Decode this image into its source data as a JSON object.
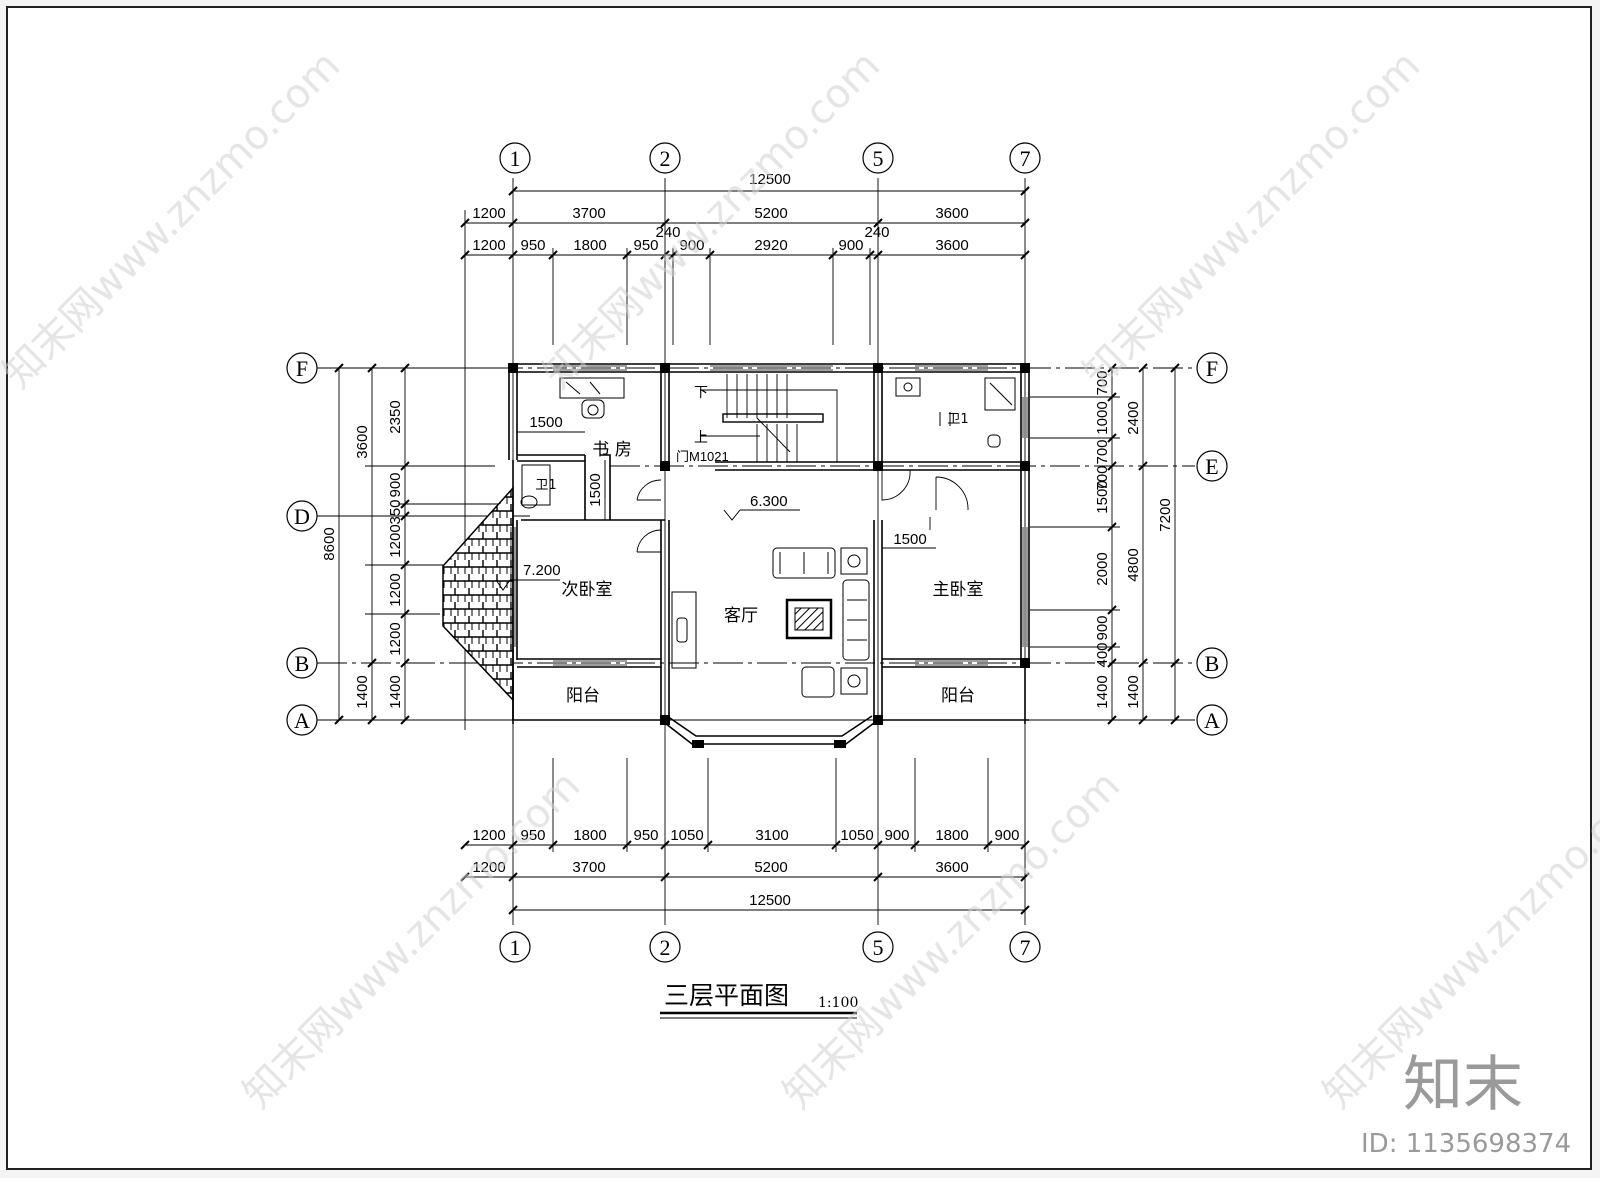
{
  "title": "三层平面图",
  "scale": "1:100",
  "axes": {
    "vertical": [
      "1",
      "2",
      "5",
      "7"
    ],
    "horizontal": [
      "F",
      "E",
      "D",
      "B",
      "A"
    ]
  },
  "top_dims": {
    "total": "12500",
    "row2": [
      "1200",
      "3700",
      "5200",
      "3600"
    ],
    "row3": [
      "1200",
      "950",
      "1800",
      "950",
      "900",
      "2920",
      "900",
      "3600"
    ],
    "wall_marks": [
      "240",
      "240"
    ]
  },
  "bottom_dims": {
    "row1": [
      "1200",
      "950",
      "1800",
      "950",
      "1050",
      "3100",
      "1050",
      "900",
      "1800",
      "900"
    ],
    "row2": [
      "1200",
      "3700",
      "5200",
      "3600"
    ],
    "total": "12500"
  },
  "left_dims": {
    "total": "8600",
    "outer": [
      "3600",
      "1400"
    ],
    "inner": [
      "2350",
      "900",
      "350",
      "1200",
      "1200",
      "1200",
      "1400"
    ]
  },
  "right_dims": {
    "total": "7200",
    "mid": [
      "2400",
      "4800",
      "1400"
    ],
    "inner": [
      "700",
      "1000",
      "700",
      "700",
      "1500",
      "2000",
      "900",
      "400",
      "1400"
    ]
  },
  "inner_dims": [
    "1500",
    "1500",
    "1500"
  ],
  "rooms": {
    "study": "书 房",
    "bath_left": "卫1",
    "bath_right": "卫1",
    "second_bedroom": "次卧室",
    "living_room": "客厅",
    "master_bedroom": "主卧室",
    "balcony_left": "阳台",
    "balcony_right": "阳台"
  },
  "elevations": [
    "6.300",
    "7.200"
  ],
  "stair": {
    "down": "下",
    "up": "上",
    "door_code": "门M1021"
  },
  "watermark": {
    "site": "知末网www.znzmo.com",
    "brand": "知末",
    "id": "ID: 1135698374"
  }
}
